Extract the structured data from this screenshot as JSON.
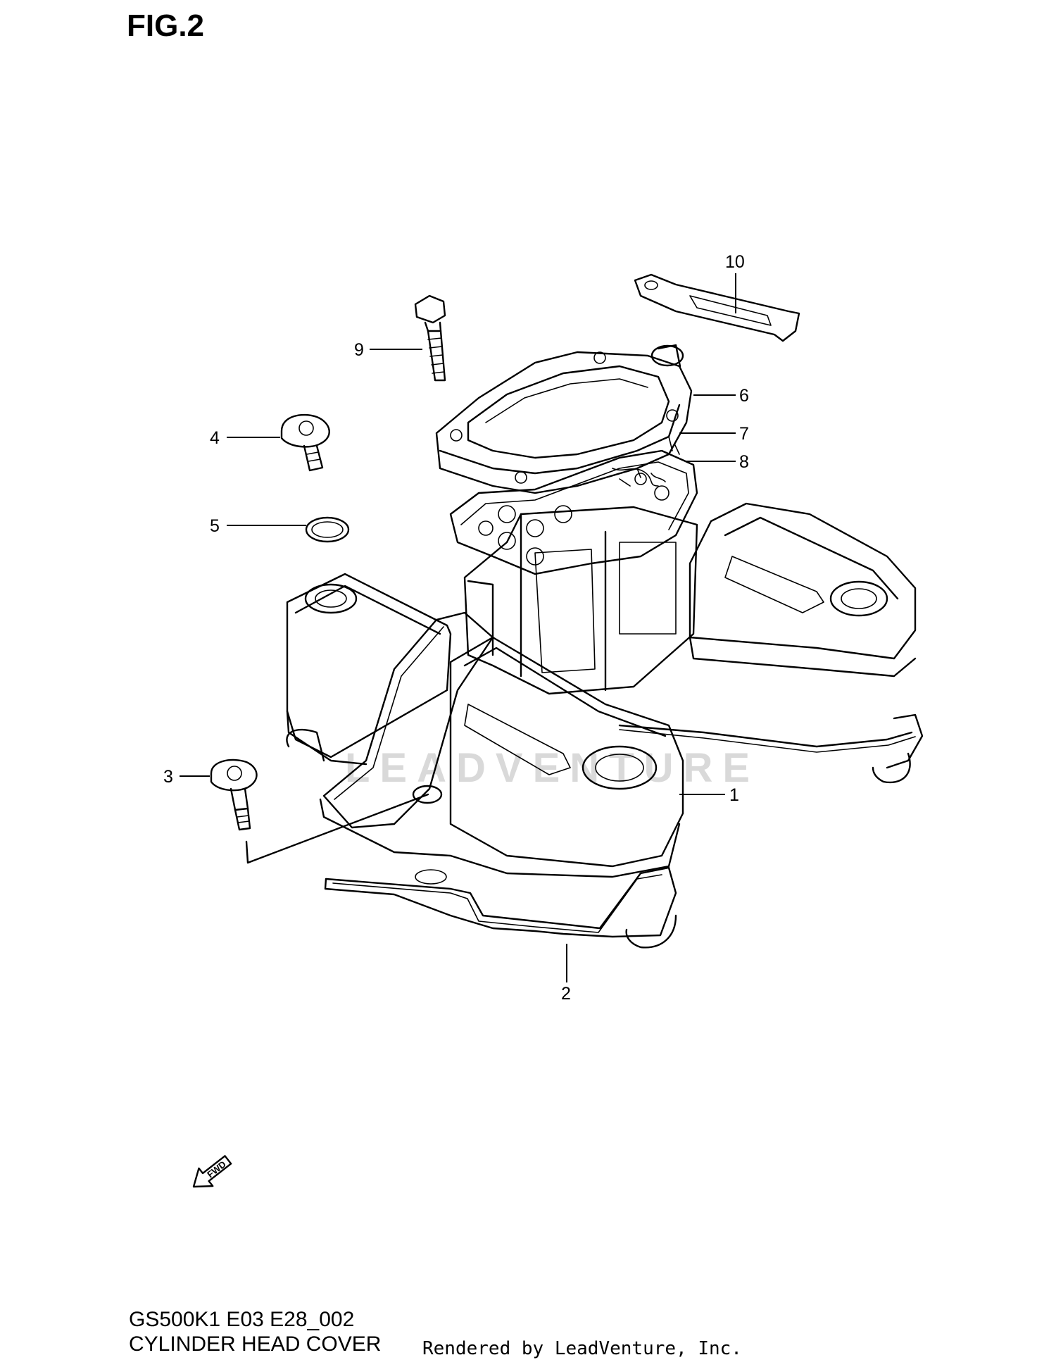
{
  "figure": {
    "title": "FIG.2",
    "code": "GS500K1 E03 E28_002",
    "name": "CYLINDER HEAD COVER",
    "rendered_by": "Rendered by LeadVenture, Inc."
  },
  "watermark": "LEADVENTURE",
  "callouts": [
    {
      "id": "c1",
      "label": "1"
    },
    {
      "id": "c2",
      "label": "2"
    },
    {
      "id": "c3",
      "label": "3"
    },
    {
      "id": "c4",
      "label": "4"
    },
    {
      "id": "c5",
      "label": "5"
    },
    {
      "id": "c6",
      "label": "6"
    },
    {
      "id": "c7",
      "label": "7"
    },
    {
      "id": "c8",
      "label": "8"
    },
    {
      "id": "c9",
      "label": "9"
    },
    {
      "id": "c10",
      "label": "10"
    }
  ],
  "fwd_arrow": {
    "label": "FWD",
    "icon": "fwd-arrow-icon"
  }
}
